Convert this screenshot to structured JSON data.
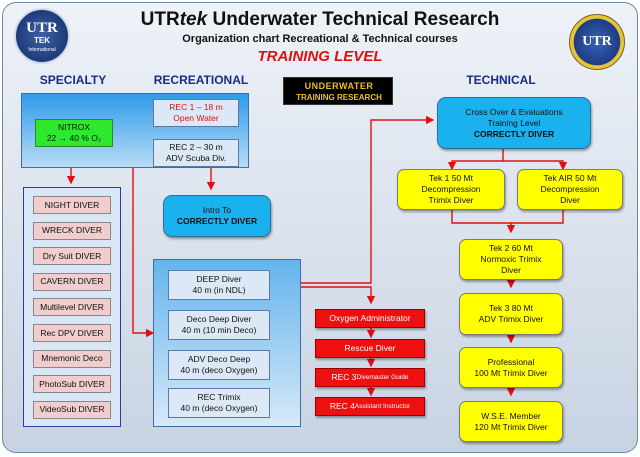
{
  "header": {
    "title_brand": "UTR",
    "title_brand_italic": "tek",
    "title_rest": " Underwater Technical Research",
    "subtitle": "Organization chart Recreational & Technical courses",
    "level": "TRAINING LEVEL"
  },
  "logos": {
    "left_text": "UTR",
    "left_sub": "TEK",
    "left_caption": "International",
    "right_text": "UTR",
    "center_banner_line1": "UNDERWATER",
    "center_banner_line2": "TRAINING RESEARCH"
  },
  "columns": {
    "specialty": "SPECIALTY",
    "recreational": "RECREATIONAL",
    "technical": "TECHNICAL"
  },
  "recreational": {
    "nitrox_line1": "NITROX",
    "nitrox_line2": "22 → 40 % O₂",
    "rec1_line1": "REC 1 – 18 m",
    "rec1_line2": "Open Water",
    "rec2_line1": "REC 2 – 30 m",
    "rec2_line2": "ADV Scuba Div.",
    "intro_line1": "Intro To",
    "intro_line2": "CORRECTLY DIVER"
  },
  "specialty_items": [
    "NIGHT DIVER",
    "WRECK DIVER",
    "Dry Suit DIVER",
    "CAVERN DIVER",
    "Multilevel DIVER",
    "Rec DPV DIVER",
    "Mnemonic Deco",
    "PhotoSub DIVER",
    "VideoSub DIVER"
  ],
  "deep_courses": [
    {
      "line1": "DEEP Diver",
      "line2": "40 m (in NDL)"
    },
    {
      "line1": "Deco Deep Diver",
      "line2": "40 m (10 min Deco)"
    },
    {
      "line1": "ADV Deco Deep",
      "line2": "40 m (deco Oxygen)"
    },
    {
      "line1": "REC Trimix",
      "line2": "40 m (deco Oxygen)"
    }
  ],
  "pro_courses": [
    {
      "main": "Oxygen Administrator",
      "small": ""
    },
    {
      "main": "Rescue Diver",
      "small": ""
    },
    {
      "main": "REC 3 ",
      "small": "Divemaster Guide"
    },
    {
      "main": "REC 4 ",
      "small": "Assistant Instructor"
    }
  ],
  "technical": {
    "crossover_line1": "Cross Over & Evaluations",
    "crossover_line2": "Training Level",
    "crossover_line3": "CORRECTLY DIVER",
    "tek1_line1": "Tek  1 50 Mt",
    "tek1_line2": "Decompression",
    "tek1_line3": "Trimix Diver",
    "tekair_line1": "Tek  AIR 50 Mt",
    "tekair_line2": "Decompression",
    "tekair_line3": "Diver",
    "tek2_line1": "Tek  2 60 Mt",
    "tek2_line2": "Normoxic Trimix",
    "tek2_line3": "Diver",
    "tek3_line1": "Tek  3 80 Mt",
    "tek3_line2": "ADV Trimix Diver",
    "pro_line1": "Professional",
    "pro_line2": "100 Mt Trimix Diver",
    "wse_line1": "W.S.E. Member",
    "wse_line2": "120 Mt Trimix Diver"
  },
  "colors": {
    "arrow": "#e01010",
    "yellow": "#ffff00",
    "cyan": "#19b2ee",
    "title_blue": "#1b2a8a",
    "level_red": "#e01010"
  }
}
